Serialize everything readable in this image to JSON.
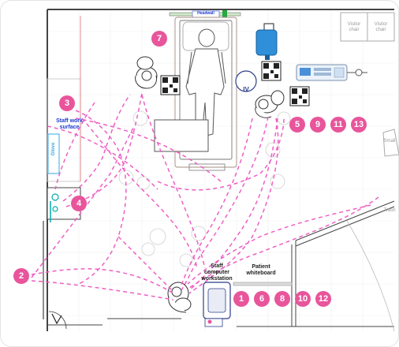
{
  "labels": {
    "iv": "IV",
    "headwall": "Headwall",
    "staff_work_surface_1": "Staff work",
    "staff_work_surface_2": "surface",
    "glove": "Glove",
    "staff_workstation_1": "Staff",
    "staff_workstation_2": "computer",
    "staff_workstation_3": "workstation",
    "patient_whiteboard_1": "Patient",
    "patient_whiteboard_2": "whiteboard",
    "visitor_chair_1a": "Visitor",
    "visitor_chair_1b": "chair",
    "visitor_chair_2a": "Visitor",
    "visitor_chair_2b": "chair",
    "small_table": "Small",
    "trash": "Trash"
  },
  "markers": [
    "1",
    "2",
    "3",
    "4",
    "5",
    "6",
    "7",
    "8",
    "9",
    "10",
    "11",
    "12",
    "13"
  ],
  "colors": {
    "marker": "#e8559b",
    "path": "#ee5fc4",
    "text_blue": "#1d3bd1"
  }
}
